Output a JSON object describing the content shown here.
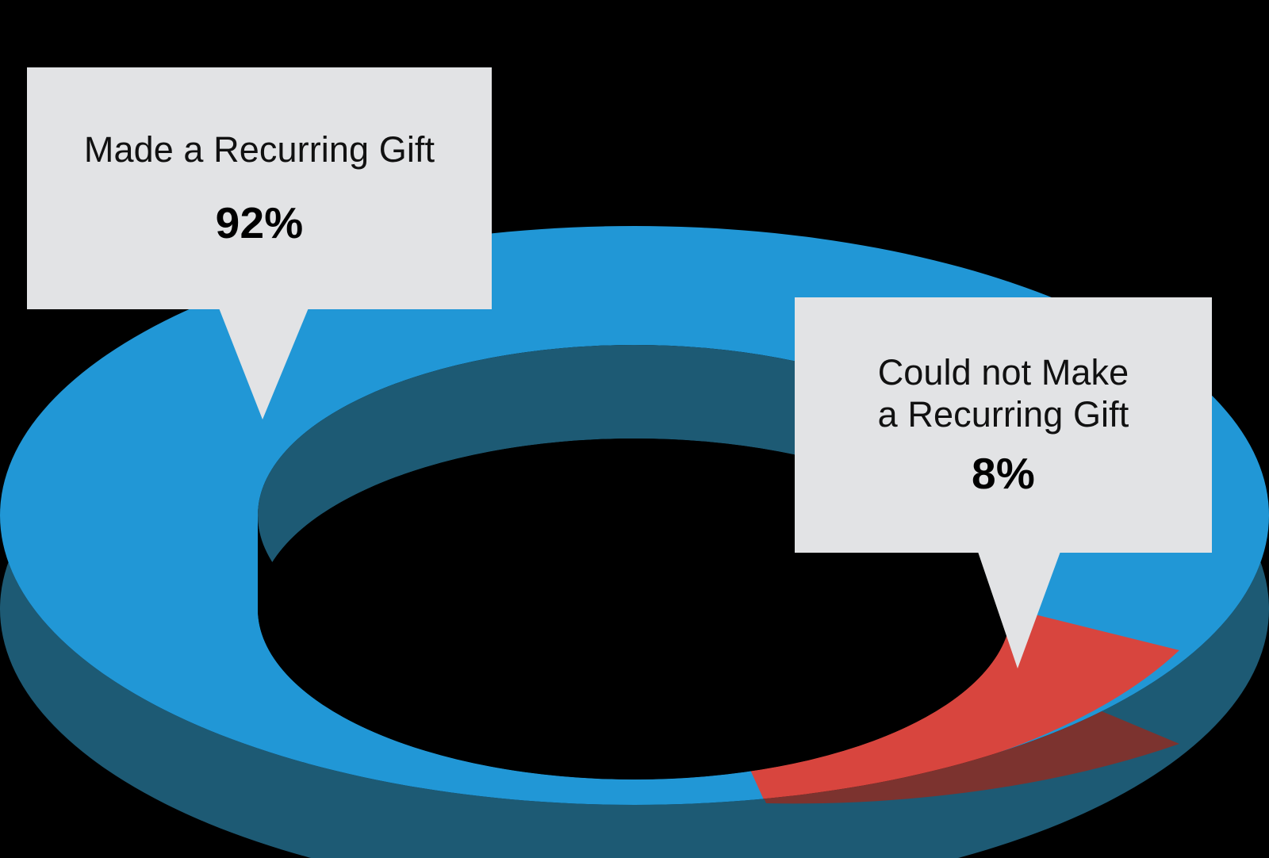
{
  "chart_data": {
    "type": "pie",
    "title": "",
    "style": "3d-donut",
    "categories": [
      "Made a Recurring Gift",
      "Could not Make a Recurring Gift"
    ],
    "values": [
      92,
      8
    ],
    "value_labels": [
      "92%",
      "8%"
    ],
    "colors": [
      "#2197d6",
      "#d8453e"
    ],
    "side_colors": [
      "#1d5a74",
      "#7c332f"
    ],
    "legend": "callout-boxes",
    "grid": false,
    "xlabel": "",
    "ylabel": ""
  },
  "canvas": {
    "background_color": "#000000"
  },
  "callouts": [
    {
      "label": "Made a Recurring Gift",
      "value": "92%",
      "box_color": "#e2e3e5",
      "text_color": "#111111"
    },
    {
      "label": "Could not Make\na Recurring Gift",
      "value": "8%",
      "box_color": "#e2e3e5",
      "text_color": "#111111"
    }
  ],
  "donut": {
    "slice_1_name": "Made a Recurring Gift",
    "slice_1_color": "#2197d6",
    "slice_1_wall_color": "#1d5a74",
    "slice_2_name": "Could not Make a Recurring Gift",
    "slice_2_color": "#d8453e",
    "slice_2_wall_color": "#7c332f",
    "hole_color": "#000000"
  }
}
